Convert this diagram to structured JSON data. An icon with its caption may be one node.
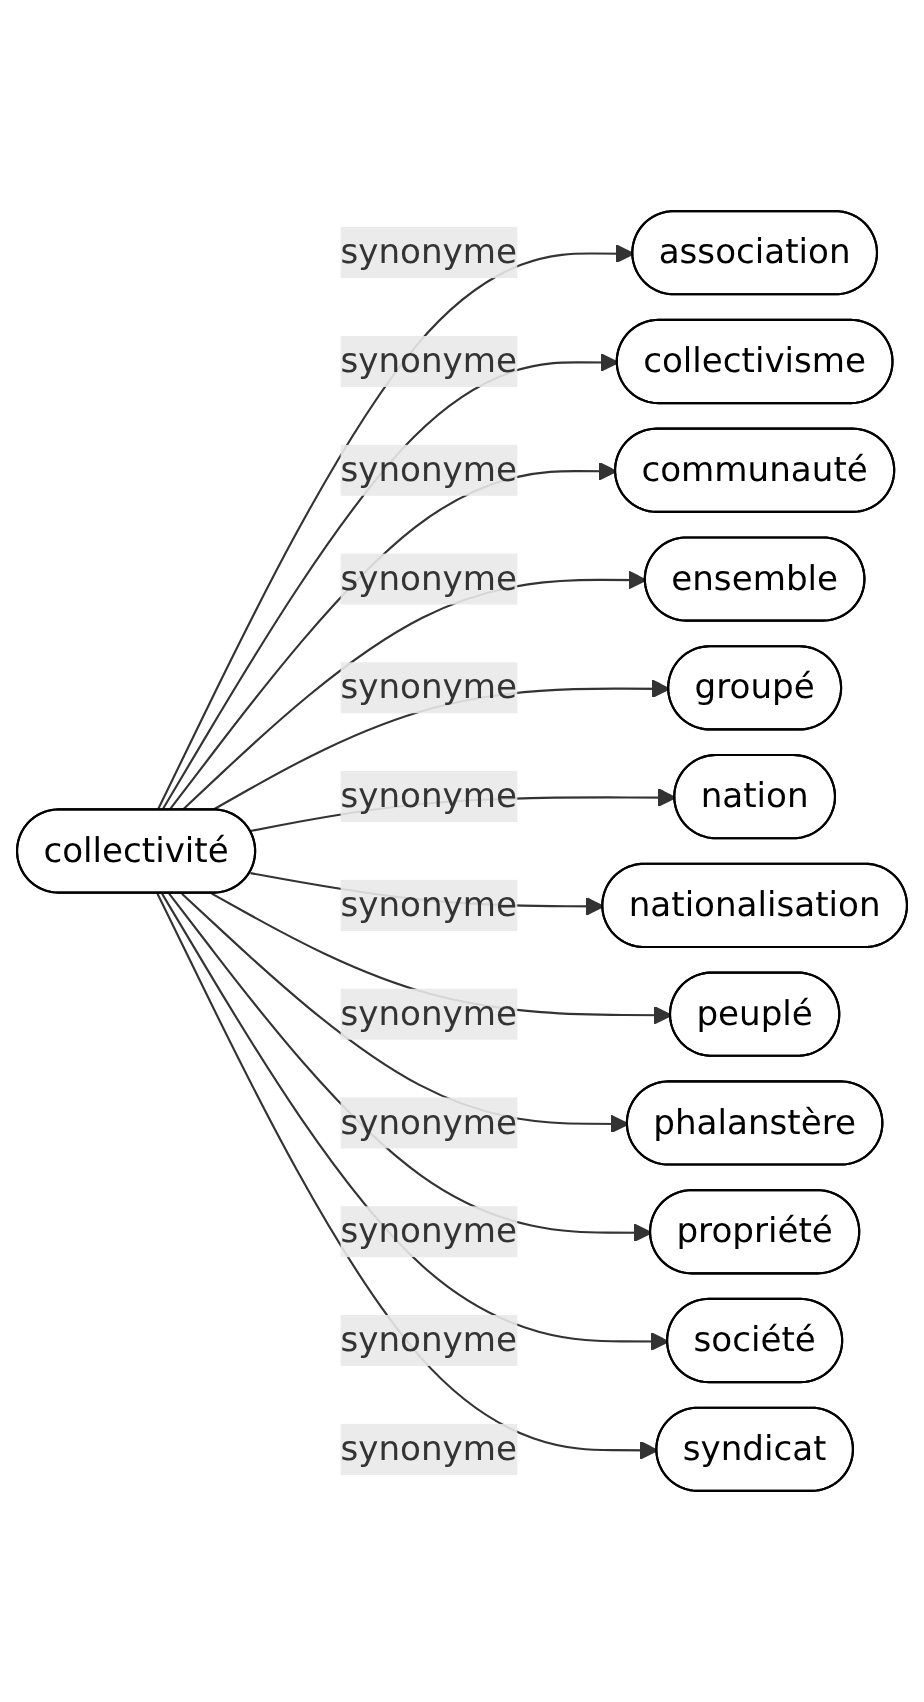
{
  "diagram": {
    "nodes": [
      {
        "text": [
          "collectivité"
        ]
      },
      {
        "text": [
          "association"
        ]
      },
      {
        "text": [
          "collectivisme"
        ]
      },
      {
        "text": [
          "communauté"
        ]
      },
      {
        "text": [
          "ensemble"
        ]
      },
      {
        "text": [
          "groupé"
        ]
      },
      {
        "text": [
          "nation"
        ]
      },
      {
        "text": [
          "nationalisation"
        ]
      },
      {
        "text": [
          "peuplé"
        ]
      },
      {
        "text": [
          "phalanstère"
        ]
      },
      {
        "text": [
          "propriété"
        ]
      },
      {
        "text": [
          "société"
        ]
      },
      {
        "text": [
          "syndicat"
        ]
      }
    ],
    "edges": [
      {
        "from": 0,
        "to": 1,
        "arrow": "to",
        "label": "synonyme"
      },
      {
        "from": 0,
        "to": 2,
        "arrow": "to",
        "label": "synonyme"
      },
      {
        "from": 0,
        "to": 3,
        "arrow": "to",
        "label": "synonyme"
      },
      {
        "from": 0,
        "to": 4,
        "arrow": "to",
        "label": "synonyme"
      },
      {
        "from": 0,
        "to": 5,
        "arrow": "to",
        "label": "synonyme"
      },
      {
        "from": 0,
        "to": 6,
        "arrow": "to",
        "label": "synonyme"
      },
      {
        "from": 0,
        "to": 7,
        "arrow": "to",
        "label": "synonyme"
      },
      {
        "from": 0,
        "to": 8,
        "arrow": "to",
        "label": "synonyme"
      },
      {
        "from": 0,
        "to": 9,
        "arrow": "to",
        "label": "synonyme"
      },
      {
        "from": 0,
        "to": 10,
        "arrow": "to",
        "label": "synonyme"
      },
      {
        "from": 0,
        "to": 11,
        "arrow": "to",
        "label": "synonyme"
      },
      {
        "from": 0,
        "to": 12,
        "arrow": "to",
        "label": "synonyme"
      }
    ]
  }
}
